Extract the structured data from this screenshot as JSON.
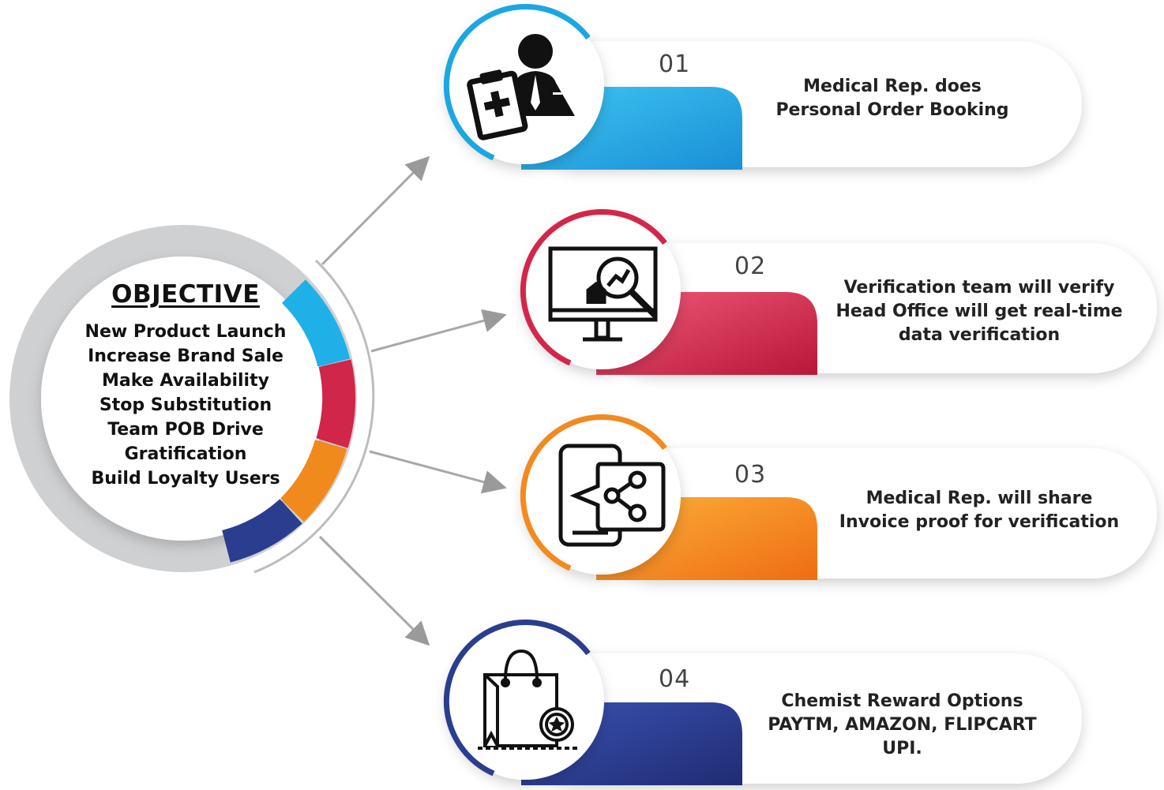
{
  "objective": {
    "title": "OBJECTIVE",
    "items": [
      "New Product Launch",
      "Increase Brand Sale",
      "Make Availability",
      "Stop Substitution",
      "Team POB Drive",
      "Gratification",
      "Build Loyalty Users"
    ]
  },
  "steps": [
    {
      "number": "01",
      "lines": [
        "Medical Rep. does",
        "Personal Order Booking"
      ],
      "color": "#1ba7e1",
      "icon": "doctor-clipboard-icon"
    },
    {
      "number": "02",
      "lines": [
        "Verification team will verify",
        "Head Office will get real-time",
        "data verification"
      ],
      "color": "#d4264a",
      "icon": "monitor-analytics-icon"
    },
    {
      "number": "03",
      "lines": [
        "Medical Rep. will share",
        "Invoice proof for verification"
      ],
      "color": "#f28a1e",
      "icon": "phone-share-icon"
    },
    {
      "number": "04",
      "lines": [
        "Chemist Reward Options",
        "PAYTM, AMAZON, FLIPCART",
        "UPI."
      ],
      "color": "#2a3d8f",
      "icon": "shopping-bag-badge-icon"
    }
  ]
}
